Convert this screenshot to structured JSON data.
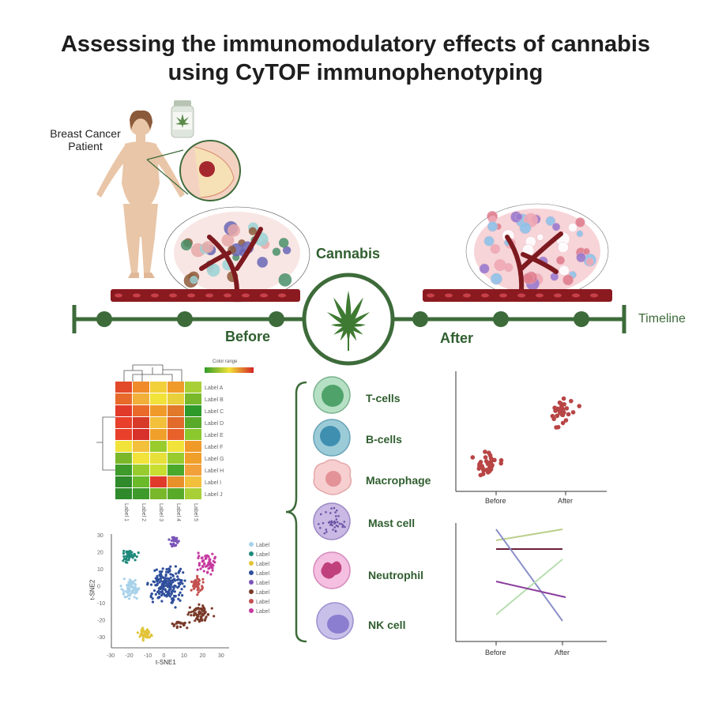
{
  "title_line1": "Assessing the immunomodulatory effects of cannabis",
  "title_line2": "using CyTOF immunophenotyping",
  "patient_label": "Breast  Cancer\nPatient",
  "cannabis_label": "Cannabis",
  "timeline_label": "Timeline",
  "before_label": "Before",
  "after_label": "After",
  "heatmap": {
    "color_range_label": "Color range",
    "row_labels": [
      "Label A",
      "Label B",
      "Label C",
      "Label D",
      "Label E",
      "Label F",
      "Label G",
      "Label H",
      "Label I",
      "Label J"
    ],
    "col_labels": [
      "Label 1",
      "Label 2",
      "Label 3",
      "Label 4",
      "Label 5"
    ]
  },
  "cells": [
    "T-cells",
    "B-cells",
    "Macrophage",
    "Mast cell",
    "Neutrophil",
    "NK cell"
  ],
  "tsne": {
    "xlabel": "t-SNE1",
    "ylabel": "t-SNE2",
    "ticks": [
      "-30",
      "-20",
      "-10",
      "0",
      "10",
      "20",
      "30"
    ],
    "legend": [
      "Label",
      "Label",
      "Label",
      "Label",
      "Label",
      "Label",
      "Label",
      "Label"
    ]
  },
  "scatter_axis": [
    "Before",
    "After"
  ],
  "line_axis": [
    "Before",
    "After"
  ],
  "colors": {
    "green": "#3d6b3a",
    "accent": "#b84545"
  }
}
